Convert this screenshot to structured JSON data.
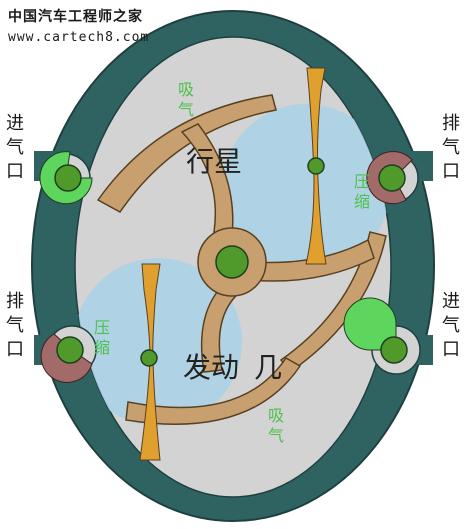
{
  "watermark": {
    "site_name": "中国汽车工程师之家",
    "url": "www.cartech8.com"
  },
  "ports": {
    "left_top": "进\n气\n口",
    "right_top": "排\n气\n口",
    "left_bottom": "排\n气\n口",
    "right_bottom": "进\n气\n口"
  },
  "labels": {
    "intake_top": "吸\n气",
    "intake_bottom": "吸\n气",
    "compress_right": "压\n缩",
    "compress_left": "压\n缩",
    "engine_top": "行星",
    "engine_bottom": "发动",
    "engine_bottom_tail": "几"
  },
  "colors": {
    "housing": "#2f6362",
    "chamber": "#d3d3d3",
    "rotor": "#c8a070",
    "rotor_stroke": "#5a4020",
    "hub": "#4f9a2b",
    "sweep": "#a8d2e6",
    "blade": "#e0a030",
    "valve_intake": "#5ed65e",
    "valve_exhaust": "#a36a6a",
    "label_green": "#4cc24c"
  }
}
